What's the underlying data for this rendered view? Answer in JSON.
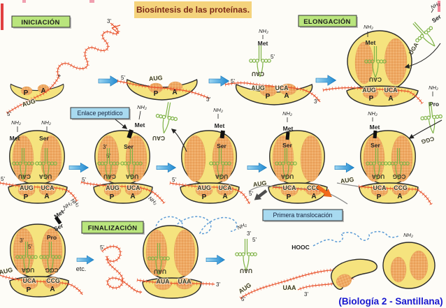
{
  "title": "Biosíntesis de las proteínas.",
  "credit": "(Biología 2 - Santillana)",
  "stage_boxes": {
    "iniciacion": "INICIACIÓN",
    "elongacion": "ELONGACIÓN",
    "finalizacion": "FINALIZACIÓN"
  },
  "callouts": {
    "enlace": "Enlace peptídico",
    "translocacion": "Primera translocación"
  },
  "labels": {
    "nh2": "NH₂",
    "met": "Met",
    "ser": "Ser",
    "pro": "Pro",
    "hooc": "HOOC",
    "etc": "etc.",
    "plus": "+",
    "five_prime": "5'",
    "three_prime": "3'",
    "p": "P",
    "a": "A"
  },
  "codons": {
    "aug": "AUG",
    "uca": "UCA",
    "ccg": "CCG",
    "aua": "AUA",
    "uaa": "UAA"
  },
  "anticodons": {
    "cau": "CAU",
    "uga": "UGA",
    "cgg": "CGG",
    "uau": "UAU"
  },
  "colors": {
    "ribosome_yellow": "#f5e37e",
    "lobe_orange": "#efa963",
    "trna_green": "#7fb347",
    "mrna_red": "#e8512b",
    "arrow_blue": "#1b86cf",
    "box_green": "#b9e57d",
    "box_blue": "#a8daf0",
    "title_box_yellow": "#f4d37c",
    "title_text": "#7c2818",
    "credit_blue": "#1717cf"
  }
}
